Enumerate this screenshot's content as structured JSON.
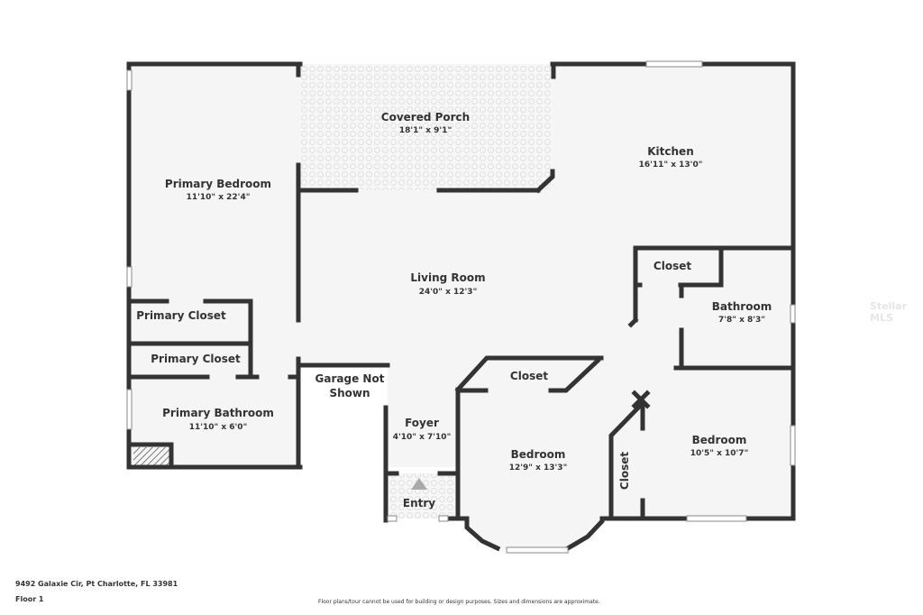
{
  "rooms": {
    "primary_bedroom": {
      "name": "Primary Bedroom",
      "dim": "11'10\" x 22'4\""
    },
    "covered_porch": {
      "name": "Covered Porch",
      "dim": "18'1\" x 9'1\""
    },
    "kitchen": {
      "name": "Kitchen",
      "dim": "16'11\" x 13'0\""
    },
    "living_room": {
      "name": "Living Room",
      "dim": "24'0\" x 12'3\""
    },
    "closet_hall": {
      "name": "Closet"
    },
    "bathroom": {
      "name": "Bathroom",
      "dim": "7'8\" x 8'3\""
    },
    "primary_closet_1": {
      "name": "Primary Closet"
    },
    "primary_closet_2": {
      "name": "Primary Closet"
    },
    "garage": {
      "name_line1": "Garage Not",
      "name_line2": "Shown"
    },
    "primary_bathroom": {
      "name": "Primary Bathroom",
      "dim": "11'10\" x 6'0\""
    },
    "foyer": {
      "name": "Foyer",
      "dim": "4'10\" x 7'10\""
    },
    "entry": {
      "name": "Entry"
    },
    "closet_bedroom2": {
      "name": "Closet"
    },
    "bedroom_2": {
      "name": "Bedroom",
      "dim": "12'9\" x 13'3\""
    },
    "closet_vertical": {
      "name": "Closet"
    },
    "bedroom_3": {
      "name": "Bedroom",
      "dim": "10'5\" x 10'7\""
    }
  },
  "footer": {
    "address": "9492 Galaxie Cir, Pt Charlotte, FL 33981",
    "floor": "Floor 1",
    "disclaimer": "Floor plans/tour cannot be used for building or design purposes. Sizes and dimensions are approximate."
  },
  "watermark": "Stellar MLS",
  "colors": {
    "wall": "#333333",
    "floor": "#f5f5f5",
    "porch_pattern": "#e4e4e4",
    "window": "#ffffff"
  }
}
